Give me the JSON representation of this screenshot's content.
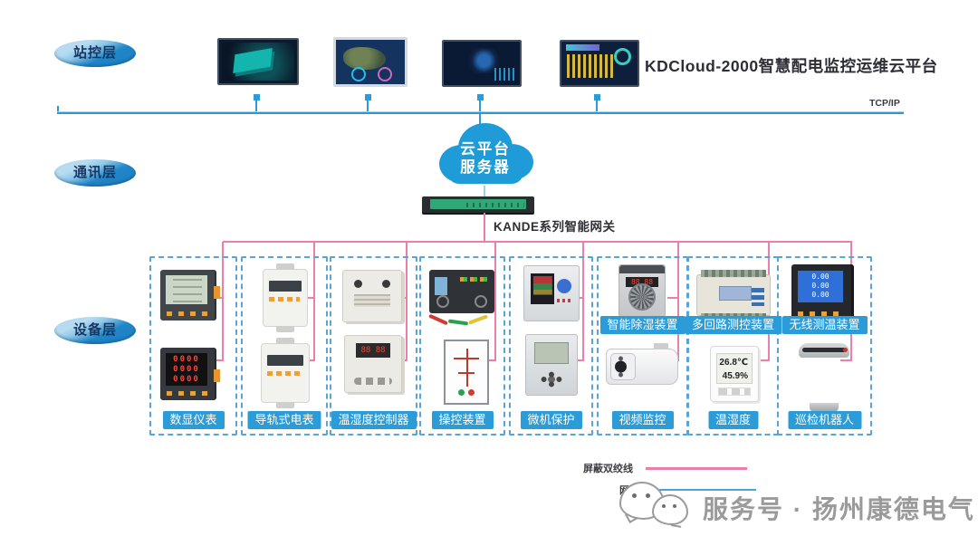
{
  "layers": {
    "station": "站控层",
    "communication": "通讯层",
    "device": "设备层"
  },
  "title": "KDCloud-2000智慧配电监控运维云平台",
  "network": {
    "protocol_label": "TCP/IP"
  },
  "cloud": {
    "line1": "云平台",
    "line2": "服务器"
  },
  "gateway": {
    "label": "KANDE系列智能网关"
  },
  "device_columns": [
    {
      "label": "数显仪表"
    },
    {
      "label": "导轨式电表"
    },
    {
      "label": "温湿度控制器"
    },
    {
      "label": "操控装置"
    },
    {
      "label": "微机保护"
    },
    {
      "label": "视频监控",
      "inline_label": "智能除湿装置"
    },
    {
      "label": "温湿度",
      "inline_label": "多回路测控装置"
    },
    {
      "label": "巡检机器人",
      "inline_label": "无线测温装置"
    }
  ],
  "device_screens": {
    "led_rows": [
      "0000",
      "0000",
      "0000"
    ],
    "wireless_meter_rows": [
      "0.00",
      "0.00",
      "0.00"
    ],
    "dehumidifier_digits": "88 88",
    "th_temp": "26.8℃",
    "th_humidity": "45.9%"
  },
  "legend": [
    {
      "label": "屏蔽双绞线",
      "color": "#e87fa8"
    },
    {
      "label": "网线",
      "color": "#4ba3d9"
    }
  ],
  "footer": {
    "account_text": "服务号 · 扬州康德电气"
  },
  "colors": {
    "accent_blue": "#2b9cd8",
    "bus_blue": "#2e96d0",
    "bus_pink": "#ec7fa9",
    "cloud_blue": "#1f9cd8",
    "chip_blue": "#2b9cd8"
  }
}
